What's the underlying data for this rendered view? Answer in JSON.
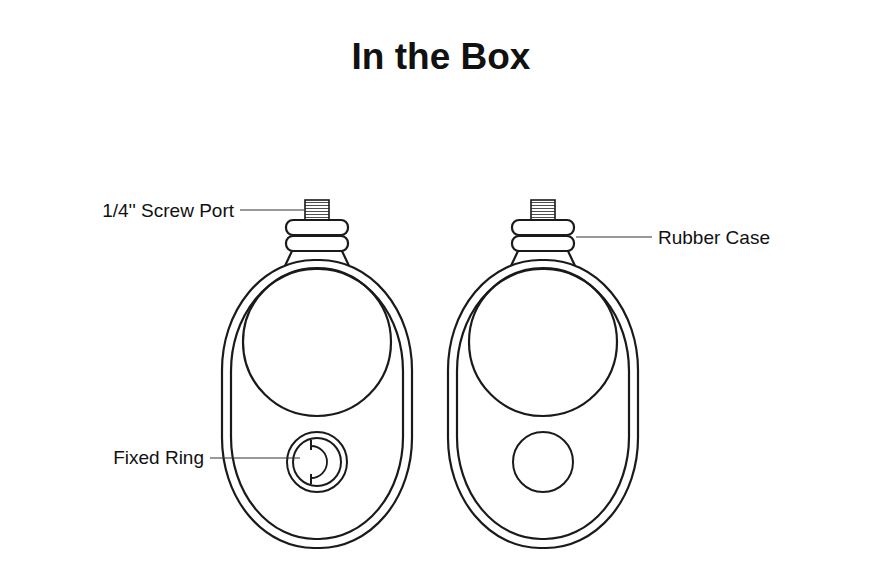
{
  "diagram": {
    "title": "In the Box",
    "labels": [
      "1/4'' Screw Port",
      "Rubber Case",
      "Fixed Ring"
    ]
  }
}
